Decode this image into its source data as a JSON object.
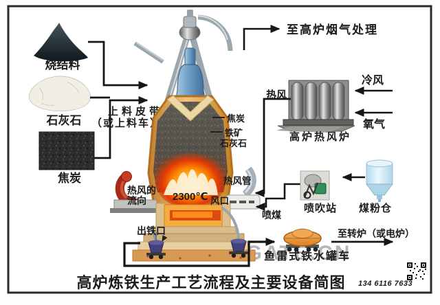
{
  "title": "高炉炼铁生产工艺流程及主要设备简图",
  "materials": {
    "sinter": "烧结料",
    "limestone": "石灰石",
    "coke": "焦炭"
  },
  "feed": {
    "line1": "上料皮带",
    "line2": "（或上料车）"
  },
  "furnace": {
    "coke": "焦炭",
    "iron_ore": "铁矿",
    "limestone": "石灰石",
    "hot_air_duct": "热风管",
    "tuyere": "风口",
    "temperature": "2300℃",
    "hot_air_flow_1": "热风的",
    "hot_air_flow_2": "流向",
    "tap_hole": "出铁口"
  },
  "flows": {
    "to_gas_treatment": "至高炉烟气处理",
    "hot_blast": "热风",
    "cold_blast": "冷风",
    "oxygen": "氧气",
    "coal_injection": "喷煤",
    "to_converter": "至转炉（或电炉）"
  },
  "equipment": {
    "hot_blast_stove": "高炉热风炉",
    "injection_station": "喷吹站",
    "coal_bunker": "煤粉仓",
    "torpedo_car": "鱼雷式铁水罐车"
  },
  "watermark": {
    "site": "SHIGATE.CN",
    "phone": "134 6116 7633"
  },
  "colors": {
    "temperature_red": "#d32807",
    "phone_red": "#d41c1c",
    "shell_orange": "#e2a85c",
    "glow_orange": "#ff8c00"
  }
}
